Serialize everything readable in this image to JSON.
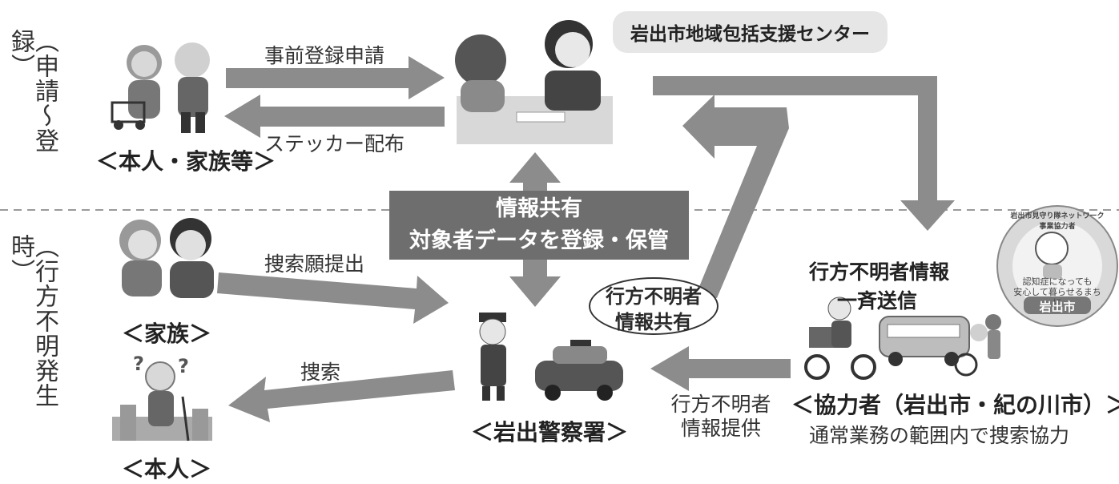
{
  "phases": {
    "registration": "（申請～登録）",
    "missing": "（行方不明発生時）"
  },
  "center_name": "岩出市地域包括支援センター",
  "actors": {
    "person_family": "＜本人・家族等＞",
    "family": "＜家族＞",
    "person": "＜本人＞",
    "police": "＜岩出警察署＞",
    "cooperators": "＜協力者（岩出市・紀の川市）＞",
    "cooperators_note": "通常業務の範囲内で捜索協力"
  },
  "flows": {
    "pre_registration": "事前登録申請",
    "sticker": "ステッカー配布",
    "search_request": "捜索願提出",
    "search": "捜索",
    "info_provide_1": "行方不明者",
    "info_provide_2": "情報提供",
    "broadcast_1": "行方不明者情報",
    "broadcast_2": "一斉送信",
    "info_share_oval_1": "行方不明者",
    "info_share_oval_2": "情報共有"
  },
  "info_box": {
    "line1": "情報共有",
    "line2": "対象者データを登録・保管"
  },
  "badge": {
    "ring_text": "岩出市見守り隊ネットワーク事業協力者",
    "line1": "認知症になっても",
    "line2": "安心して暮らせるまちに",
    "city": "岩出市"
  },
  "colors": {
    "arrow": "#8c8c8c",
    "info_box": "#6e6e6e",
    "pill": "#e6e6e6"
  }
}
